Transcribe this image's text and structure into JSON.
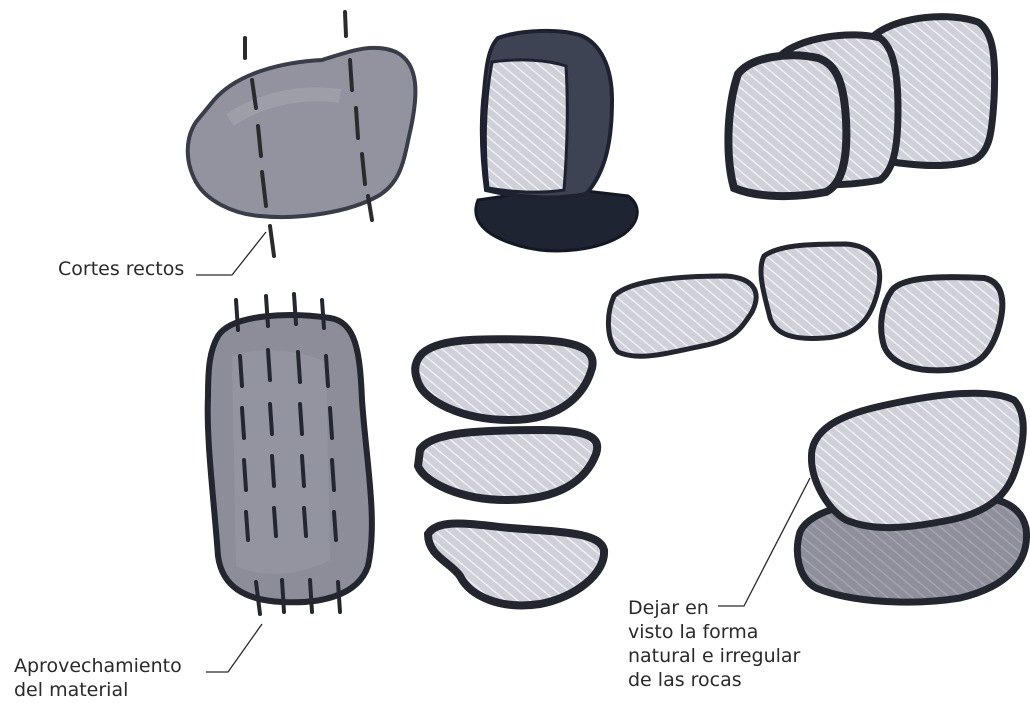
{
  "annotations": {
    "cortes": {
      "lines": [
        "Cortes rectos"
      ]
    },
    "aprovechamiento": {
      "lines": [
        "Aprovechamiento",
        "del material"
      ]
    },
    "dejar": {
      "lines": [
        "Dejar en",
        "visto la forma",
        "natural e irregular",
        "de las rocas"
      ]
    }
  },
  "colors": {
    "ink": "#2a2a2a",
    "stone_dark": "#2f3340",
    "stone_mid": "#8b8c97",
    "stone_light": "#d6d7de",
    "cut_line": "#2b2b2b"
  }
}
